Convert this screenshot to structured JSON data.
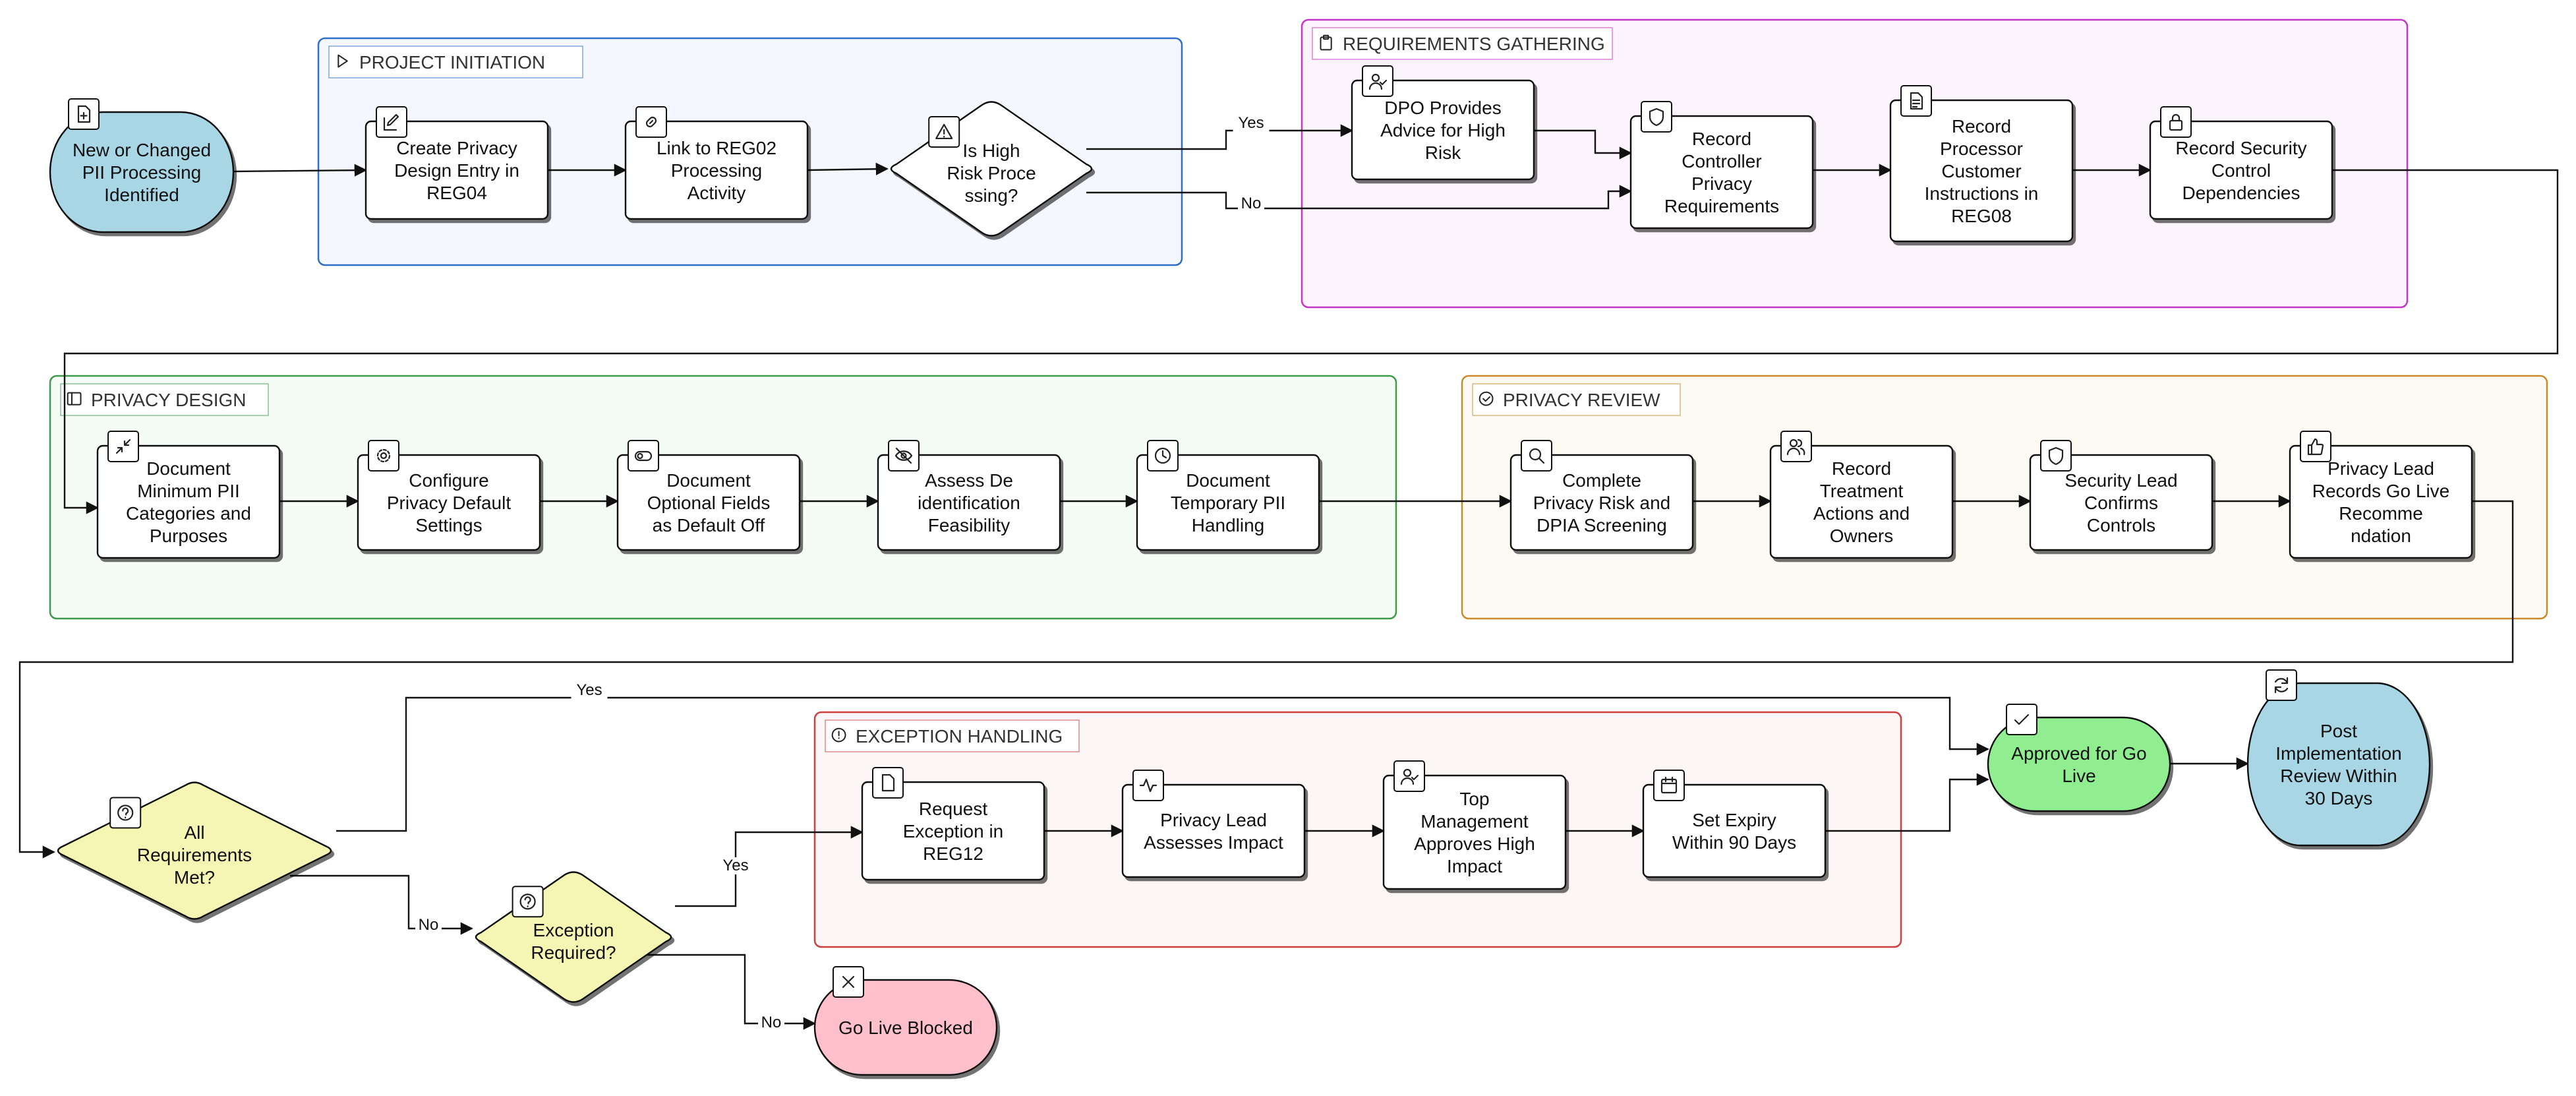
{
  "lanes": [
    {
      "id": "lane-project-initiation",
      "title": "PROJECT INITIATION",
      "icon": "play-icon",
      "stroke": "#2f6fc8",
      "fill": "#f4f7fd"
    },
    {
      "id": "lane-requirements-gathering",
      "title": "REQUIREMENTS GATHERING",
      "icon": "clipboard-icon",
      "stroke": "#c436c4",
      "fill": "#fcf4fc"
    },
    {
      "id": "lane-privacy-design",
      "title": "PRIVACY DESIGN",
      "icon": "layout-icon",
      "stroke": "#3f9a4c",
      "fill": "#f5fbf5"
    },
    {
      "id": "lane-privacy-review",
      "title": "PRIVACY REVIEW",
      "icon": "check-circle-icon",
      "stroke": "#c98a2a",
      "fill": "#fcfaf3"
    },
    {
      "id": "lane-exception-handling",
      "title": "EXCEPTION HANDLING",
      "icon": "alert-circle-icon",
      "stroke": "#cf3f3f",
      "fill": "#fdf6f6"
    }
  ],
  "nodes": [
    {
      "id": "n-start",
      "label": "New or Changed\nPII Processing\nIdentified",
      "shape": "terminal",
      "fill": "#a9d6e5",
      "icon": "file-plus-icon"
    },
    {
      "id": "n-create-entry",
      "label": "Create Privacy\nDesign Entry in\nREG04",
      "shape": "process",
      "fill": "#ffffff",
      "icon": "edit-icon"
    },
    {
      "id": "n-link-reg02",
      "label": "Link to REG02\nProcessing\nActivity",
      "shape": "process",
      "fill": "#ffffff",
      "icon": "link-icon"
    },
    {
      "id": "n-high-risk",
      "label": "Is High\nRisk Proce\nssing?",
      "shape": "decision",
      "fill": "#ffffff",
      "icon": "warning-icon"
    },
    {
      "id": "n-dpo-advice",
      "label": "DPO Provides\nAdvice for High\nRisk",
      "shape": "process",
      "fill": "#ffffff",
      "icon": "user-check-icon"
    },
    {
      "id": "n-controller-req",
      "label": "Record\nController\nPrivacy\nRequirements",
      "shape": "process",
      "fill": "#ffffff",
      "icon": "shield-icon"
    },
    {
      "id": "n-processor-instr",
      "label": "Record\nProcessor\nCustomer\nInstructions in\nREG08",
      "shape": "process",
      "fill": "#ffffff",
      "icon": "file-text-icon"
    },
    {
      "id": "n-security-deps",
      "label": "Record Security\nControl\nDependencies",
      "shape": "process",
      "fill": "#ffffff",
      "icon": "lock-icon"
    },
    {
      "id": "n-min-pii",
      "label": "Document\nMinimum PII\nCategories and\nPurposes",
      "shape": "process",
      "fill": "#ffffff",
      "icon": "minimize-icon"
    },
    {
      "id": "n-default-settings",
      "label": "Configure\nPrivacy Default\nSettings",
      "shape": "process",
      "fill": "#ffffff",
      "icon": "gear-icon"
    },
    {
      "id": "n-optional-fields",
      "label": "Document\nOptional Fields\nas Default Off",
      "shape": "process",
      "fill": "#ffffff",
      "icon": "toggle-icon"
    },
    {
      "id": "n-deidentification",
      "label": "Assess De\nidentification\nFeasibility",
      "shape": "process",
      "fill": "#ffffff",
      "icon": "eye-off-icon"
    },
    {
      "id": "n-temp-pii",
      "label": "Document\nTemporary PII\nHandling",
      "shape": "process",
      "fill": "#ffffff",
      "icon": "clock-icon"
    },
    {
      "id": "n-dpia",
      "label": "Complete\nPrivacy Risk and\nDPIA Screening",
      "shape": "process",
      "fill": "#ffffff",
      "icon": "search-icon"
    },
    {
      "id": "n-treatment",
      "label": "Record\nTreatment\nActions and\nOwners",
      "shape": "process",
      "fill": "#ffffff",
      "icon": "users-icon"
    },
    {
      "id": "n-security-lead",
      "label": "Security Lead\nConfirms\nControls",
      "shape": "process",
      "fill": "#ffffff",
      "icon": "shield-icon"
    },
    {
      "id": "n-go-live-rec",
      "label": "Privacy Lead\nRecords Go Live\nRecomme\nndation",
      "shape": "process",
      "fill": "#ffffff",
      "icon": "thumbs-up-icon"
    },
    {
      "id": "n-all-met",
      "label": "All\nRequirements\nMet?",
      "shape": "decision",
      "fill": "#f5f5b4",
      "icon": "help-circle-icon"
    },
    {
      "id": "n-exception-req",
      "label": "Exception\nRequired?",
      "shape": "decision",
      "fill": "#f5f5b4",
      "icon": "help-circle-icon"
    },
    {
      "id": "n-request-exception",
      "label": "Request\nException in\nREG12",
      "shape": "process",
      "fill": "#ffffff",
      "icon": "file-icon"
    },
    {
      "id": "n-assess-impact",
      "label": "Privacy Lead\nAssesses Impact",
      "shape": "process",
      "fill": "#ffffff",
      "icon": "activity-icon"
    },
    {
      "id": "n-top-mgmt",
      "label": "Top\nManagement\nApproves High\nImpact",
      "shape": "process",
      "fill": "#ffffff",
      "icon": "user-check-icon"
    },
    {
      "id": "n-expiry",
      "label": "Set Expiry\nWithin 90 Days",
      "shape": "process",
      "fill": "#ffffff",
      "icon": "calendar-icon"
    },
    {
      "id": "n-approved",
      "label": "Approved for Go\nLive",
      "shape": "terminal",
      "fill": "#90ee90",
      "icon": "check-icon"
    },
    {
      "id": "n-post-review",
      "label": "Post\nImplementation\nReview Within\n30 Days",
      "shape": "terminal",
      "fill": "#a9d6e5",
      "icon": "refresh-icon"
    },
    {
      "id": "n-blocked",
      "label": "Go Live Blocked",
      "shape": "terminal",
      "fill": "#ffc0cb",
      "icon": "x-icon"
    }
  ],
  "edges": [
    {
      "from": "n-start",
      "to": "n-create-entry",
      "label": ""
    },
    {
      "from": "n-create-entry",
      "to": "n-link-reg02",
      "label": ""
    },
    {
      "from": "n-link-reg02",
      "to": "n-high-risk",
      "label": ""
    },
    {
      "from": "n-high-risk",
      "to": "n-dpo-advice",
      "label": "Yes"
    },
    {
      "from": "n-high-risk",
      "to": "n-controller-req",
      "label": "No"
    },
    {
      "from": "n-dpo-advice",
      "to": "n-controller-req",
      "label": ""
    },
    {
      "from": "n-controller-req",
      "to": "n-processor-instr",
      "label": ""
    },
    {
      "from": "n-processor-instr",
      "to": "n-security-deps",
      "label": ""
    },
    {
      "from": "n-security-deps",
      "to": "n-min-pii",
      "label": ""
    },
    {
      "from": "n-min-pii",
      "to": "n-default-settings",
      "label": ""
    },
    {
      "from": "n-default-settings",
      "to": "n-optional-fields",
      "label": ""
    },
    {
      "from": "n-optional-fields",
      "to": "n-deidentification",
      "label": ""
    },
    {
      "from": "n-deidentification",
      "to": "n-temp-pii",
      "label": ""
    },
    {
      "from": "n-temp-pii",
      "to": "n-dpia",
      "label": ""
    },
    {
      "from": "n-dpia",
      "to": "n-treatment",
      "label": ""
    },
    {
      "from": "n-treatment",
      "to": "n-security-lead",
      "label": ""
    },
    {
      "from": "n-security-lead",
      "to": "n-go-live-rec",
      "label": ""
    },
    {
      "from": "n-go-live-rec",
      "to": "n-all-met",
      "label": ""
    },
    {
      "from": "n-all-met",
      "to": "n-approved",
      "label": "Yes"
    },
    {
      "from": "n-all-met",
      "to": "n-exception-req",
      "label": "No"
    },
    {
      "from": "n-exception-req",
      "to": "n-request-exception",
      "label": "Yes"
    },
    {
      "from": "n-exception-req",
      "to": "n-blocked",
      "label": "No"
    },
    {
      "from": "n-request-exception",
      "to": "n-assess-impact",
      "label": ""
    },
    {
      "from": "n-assess-impact",
      "to": "n-top-mgmt",
      "label": ""
    },
    {
      "from": "n-top-mgmt",
      "to": "n-expiry",
      "label": ""
    },
    {
      "from": "n-expiry",
      "to": "n-approved",
      "label": ""
    },
    {
      "from": "n-approved",
      "to": "n-post-review",
      "label": ""
    }
  ]
}
